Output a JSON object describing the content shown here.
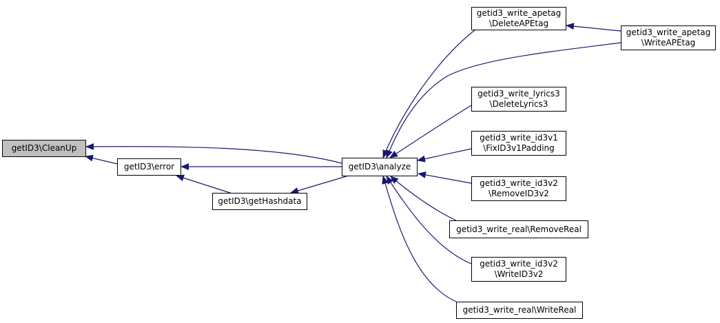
{
  "colors": {
    "edge": "#191970",
    "current_fill": "#bfbfbf",
    "node_border": "#000000"
  },
  "nodes": {
    "cleanup": {
      "lines": [
        "getID3\\CleanUp"
      ]
    },
    "error": {
      "lines": [
        "getID3\\error"
      ]
    },
    "gethashdata": {
      "lines": [
        "getID3\\getHashdata"
      ]
    },
    "analyze": {
      "lines": [
        "getID3\\analyze"
      ]
    },
    "deleteapetag": {
      "lines": [
        "getid3_write_apetag",
        "\\DeleteAPEtag"
      ]
    },
    "writeapetag": {
      "lines": [
        "getid3_write_apetag",
        "\\WriteAPEtag"
      ]
    },
    "deletelyrics3": {
      "lines": [
        "getid3_write_lyrics3",
        "\\DeleteLyrics3"
      ]
    },
    "fixid3v1padding": {
      "lines": [
        "getid3_write_id3v1",
        "\\FixID3v1Padding"
      ]
    },
    "removeid3v2": {
      "lines": [
        "getid3_write_id3v2",
        "\\RemoveID3v2"
      ]
    },
    "removereal": {
      "lines": [
        "getid3_write_real\\RemoveReal"
      ]
    },
    "writeid3v2": {
      "lines": [
        "getid3_write_id3v2",
        "\\WriteID3v2"
      ]
    },
    "writereal": {
      "lines": [
        "getid3_write_real\\WriteReal"
      ]
    }
  }
}
